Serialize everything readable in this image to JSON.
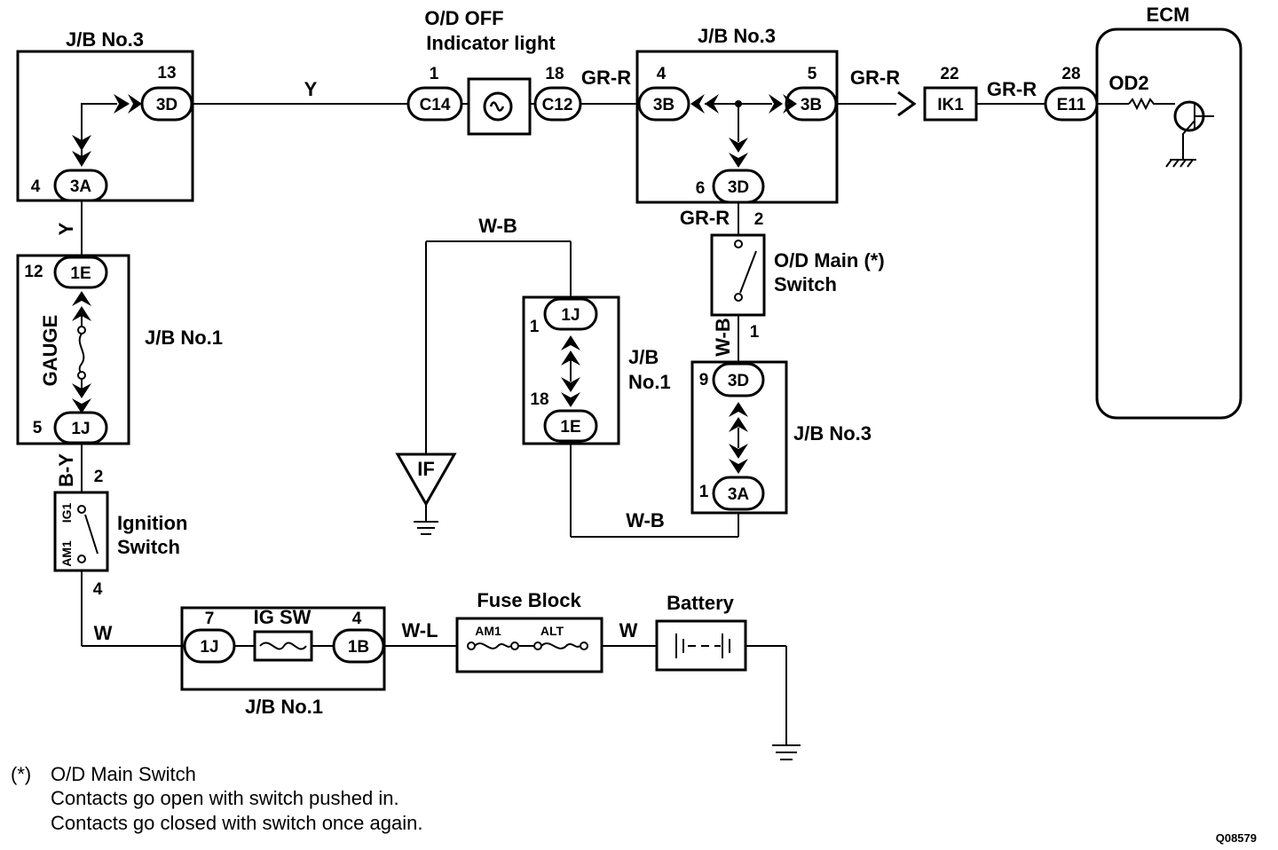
{
  "jb3_top_left": {
    "title": "J/B No.3",
    "pin_top": "13",
    "conn_top": "3D",
    "pin_bottom": "4",
    "conn_bottom": "3A"
  },
  "indicator": {
    "title_line1": "O/D OFF",
    "title_line2": "Indicator light",
    "pin_left": "1",
    "conn_left": "C14",
    "pin_right": "18",
    "conn_right": "C12"
  },
  "jb3_top_right": {
    "title": "J/B No.3",
    "pin_left": "4",
    "conn_left": "3B",
    "pin_right": "5",
    "conn_right": "3B",
    "pin_bottom": "6",
    "conn_bottom": "3D"
  },
  "ik1": {
    "pin": "22",
    "label": "IK1"
  },
  "ecm": {
    "title": "ECM",
    "pin": "28",
    "conn": "E11",
    "terminal": "OD2"
  },
  "jb1_gauge": {
    "fuse": "GAUGE",
    "title": "J/B No.1",
    "pin_top": "12",
    "conn_top": "1E",
    "pin_bottom": "5",
    "conn_bottom": "1J"
  },
  "ignition": {
    "label_line1": "Ignition",
    "label_line2": "Switch",
    "pin_top": "2",
    "pin_bottom": "4",
    "contact_top": "IG1",
    "contact_bottom": "AM1"
  },
  "od_main": {
    "label_line1": "O/D Main (*)",
    "label_line2": "Switch",
    "pin_top": "2",
    "pin_bottom": "1"
  },
  "jb1_mid": {
    "title_line1": "J/B",
    "title_line2": "No.1",
    "pin_top": "1",
    "conn_top": "1J",
    "pin_bottom": "18",
    "conn_bottom": "1E"
  },
  "jb3_mid": {
    "title": "J/B No.3",
    "pin_top": "9",
    "conn_top": "3D",
    "pin_bottom": "1",
    "conn_bottom": "3A"
  },
  "ground_if": {
    "label": "IF"
  },
  "jb1_bottom": {
    "title": "J/B No.1",
    "pin_left": "7",
    "conn_left": "1J",
    "fuse": "IG SW",
    "pin_right": "4",
    "conn_right": "1B"
  },
  "fuse_block": {
    "title": "Fuse Block",
    "fuse1": "AM1",
    "fuse2": "ALT"
  },
  "battery": {
    "title": "Battery"
  },
  "wires": {
    "y_top": "Y",
    "y_vertical": "Y",
    "gr_r_1": "GR-R",
    "gr_r_2": "GR-R",
    "gr_r_3": "GR-R",
    "gr_r_vertical": "GR-R",
    "w_b_top": "W-B",
    "w_b_vertical": "W-B",
    "w_b_bottom": "W-B",
    "b_y": "B-Y",
    "w_left": "W",
    "w_l": "W-L",
    "w_right": "W"
  },
  "footnote": {
    "marker": "(*)",
    "line1": "O/D Main Switch",
    "line2": "Contacts go open with switch pushed in.",
    "line3": "Contacts go closed with switch once again."
  },
  "figure_id": "Q08579"
}
